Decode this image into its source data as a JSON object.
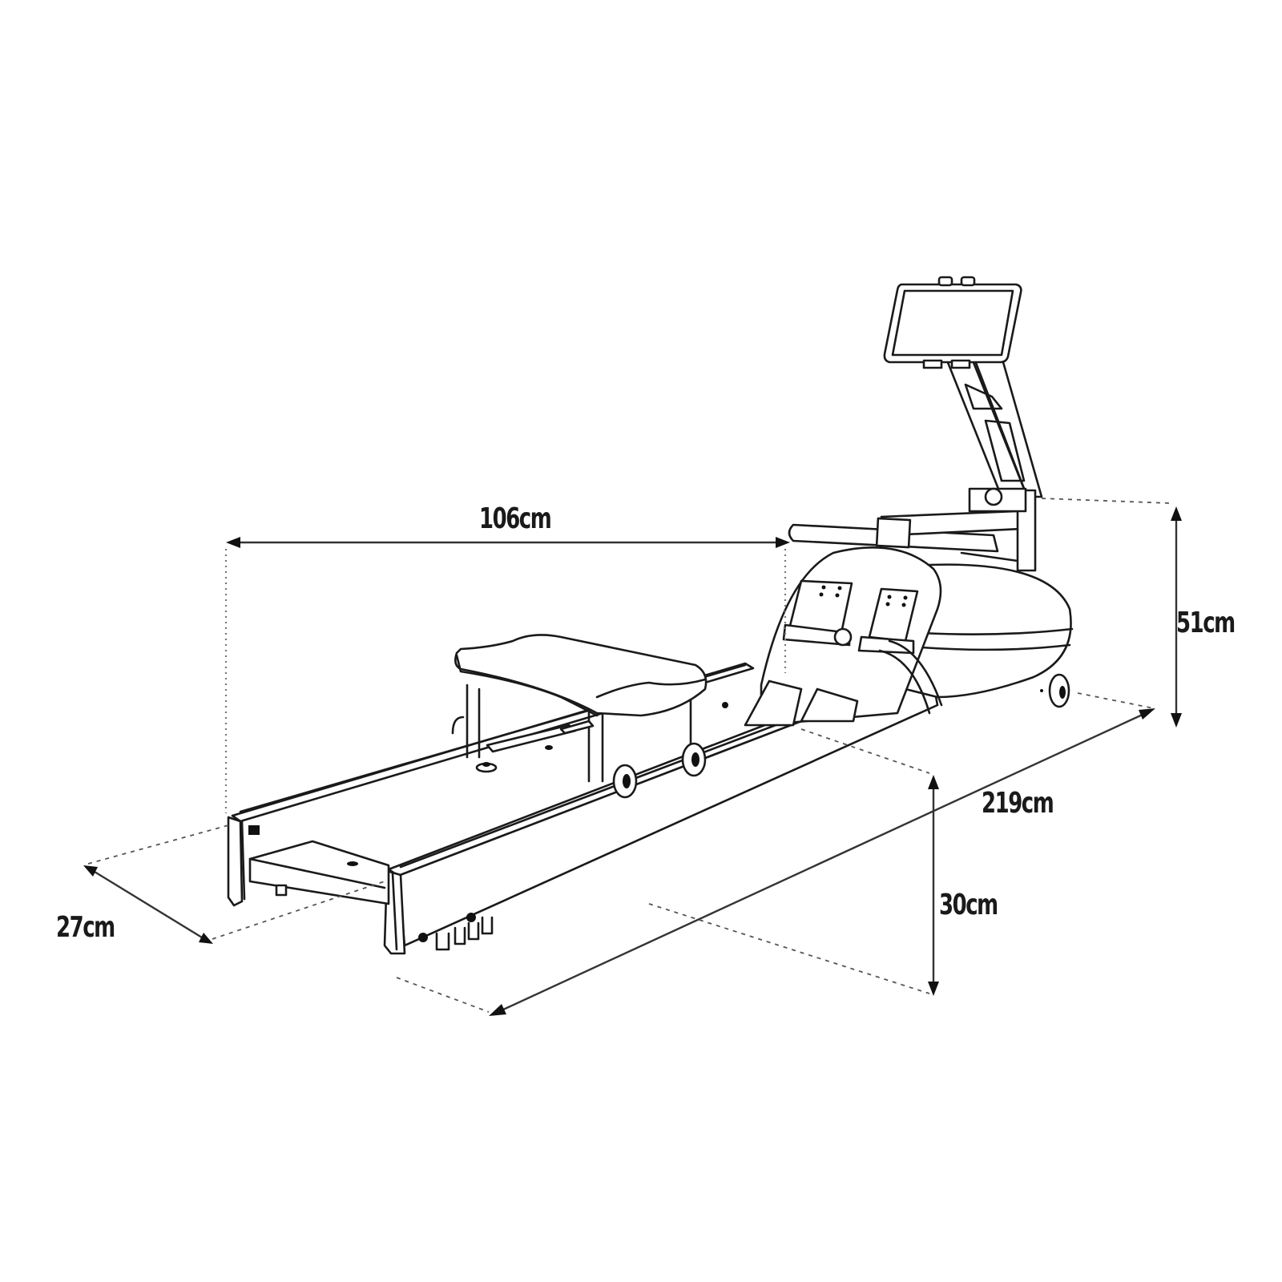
{
  "diagram": {
    "subject": "Water rowing machine with tablet holder",
    "colors": {
      "line": "#1a1a1a",
      "background": "#ffffff",
      "dimension": "#333333"
    },
    "dimensions": {
      "seat_travel": {
        "label": "106cm",
        "value": 106,
        "unit": "cm"
      },
      "height": {
        "label": "51cm",
        "value": 51,
        "unit": "cm"
      },
      "length": {
        "label": "219cm",
        "value": 219,
        "unit": "cm"
      },
      "seat_height": {
        "label": "30cm",
        "value": 30,
        "unit": "cm"
      },
      "width": {
        "label": "27cm",
        "value": 27,
        "unit": "cm"
      }
    },
    "parts": [
      "tablet-holder",
      "monitor-arm",
      "handle-bar",
      "water-tank",
      "footrests",
      "seat",
      "rail",
      "front-wheel",
      "rear-stabilizer"
    ]
  }
}
